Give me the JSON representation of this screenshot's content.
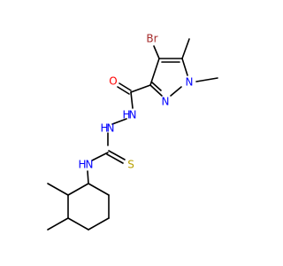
{
  "molecule": {
    "atoms": {
      "br": {
        "symbol": "Br",
        "color": "#a52a2a"
      },
      "o": {
        "symbol": "O",
        "color": "#ff0000"
      },
      "n_pyr2": {
        "symbol": "N",
        "color": "#0000ff"
      },
      "n_pyr1": {
        "symbol": "N",
        "color": "#0000ff"
      },
      "n_hyd1": {
        "symbol": "N",
        "color": "#0000ff"
      },
      "n_hyd2": {
        "symbol": "N",
        "color": "#0000ff"
      },
      "n_amine": {
        "symbol": "N",
        "color": "#0000ff"
      },
      "s": {
        "symbol": "S",
        "color": "#b8a000"
      },
      "h_hyd1": {
        "symbol": "H",
        "color": "#0000ff"
      },
      "h_hyd2": {
        "symbol": "H",
        "color": "#0000ff"
      },
      "h_amine": {
        "symbol": "H",
        "color": "#0000ff"
      }
    },
    "bond_color": "#000000"
  }
}
